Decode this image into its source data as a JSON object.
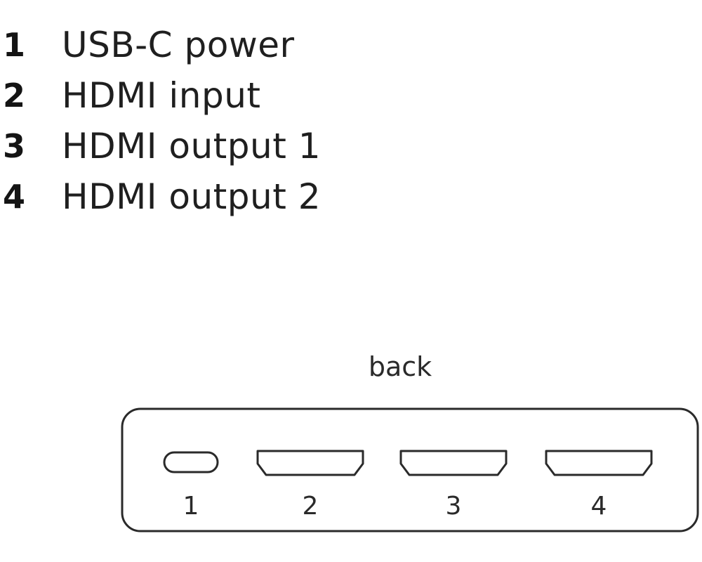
{
  "legend": {
    "items": [
      {
        "number": "1",
        "label": "USB-C power"
      },
      {
        "number": "2",
        "label": "HDMI input"
      },
      {
        "number": "3",
        "label": "HDMI output 1"
      },
      {
        "number": "4",
        "label": "HDMI output 2"
      }
    ]
  },
  "device": {
    "side_label": "back",
    "ports": [
      {
        "number": "1",
        "kind": "usb-c-port-icon"
      },
      {
        "number": "2",
        "kind": "hdmi-port-icon"
      },
      {
        "number": "3",
        "kind": "hdmi-port-icon"
      },
      {
        "number": "4",
        "kind": "hdmi-port-icon"
      }
    ]
  },
  "colors": {
    "ink": "#1f1f1f",
    "outline": "#2a2a2a",
    "background": "#ffffff"
  }
}
